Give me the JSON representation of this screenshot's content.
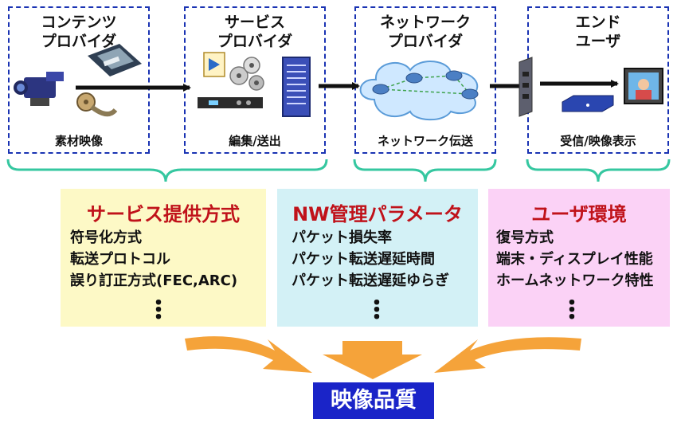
{
  "stages": [
    {
      "title": "コンテンツ\nプロバイダ",
      "caption": "素材映像"
    },
    {
      "title": "サービス\nプロバイダ",
      "caption": "編集/送出"
    },
    {
      "title": "ネットワーク\nプロバイダ",
      "caption": "ネットワーク伝送"
    },
    {
      "title": "エンド\nユーザ",
      "caption": "受信/映像表示"
    }
  ],
  "panels": [
    {
      "title": "サービス提供方式",
      "items": [
        "符号化方式",
        "転送プロトコル",
        "誤り訂正方式(FEC,ARC)"
      ],
      "ellipsis": "・\n・\n・",
      "title_color": "#c0121a",
      "bg_color": "#fdf9c6"
    },
    {
      "title": "NW管理パラメータ",
      "items": [
        "パケット損失率",
        "パケット転送遅延時間",
        "パケット転送遅延ゆらぎ"
      ],
      "ellipsis": "・\n・\n・",
      "title_color": "#c0121a",
      "bg_color": "#d3f1f6"
    },
    {
      "title": "ユーザ環境",
      "items": [
        "復号方式",
        "端末・ディスプレイ性能",
        "ホームネットワーク特性"
      ],
      "ellipsis": "・\n・\n・",
      "title_color": "#c0121a",
      "bg_color": "#fbd2f6"
    }
  ],
  "result": {
    "label": "映像品質"
  },
  "colors": {
    "stage_border": "#1a33b3",
    "brace": "#35c7a0",
    "arrow": "#f5a33a",
    "result_bg": "#1a24c8",
    "flow_arrow": "#111111"
  },
  "icons": [
    "video-camera-icon",
    "videotape-icon",
    "film-reel-icon",
    "media-files-icon",
    "encoder-device-icon",
    "server-rack-icon",
    "network-cloud-icon",
    "router-icon",
    "wall-jack-icon",
    "set-top-box-icon",
    "tv-display-icon"
  ]
}
